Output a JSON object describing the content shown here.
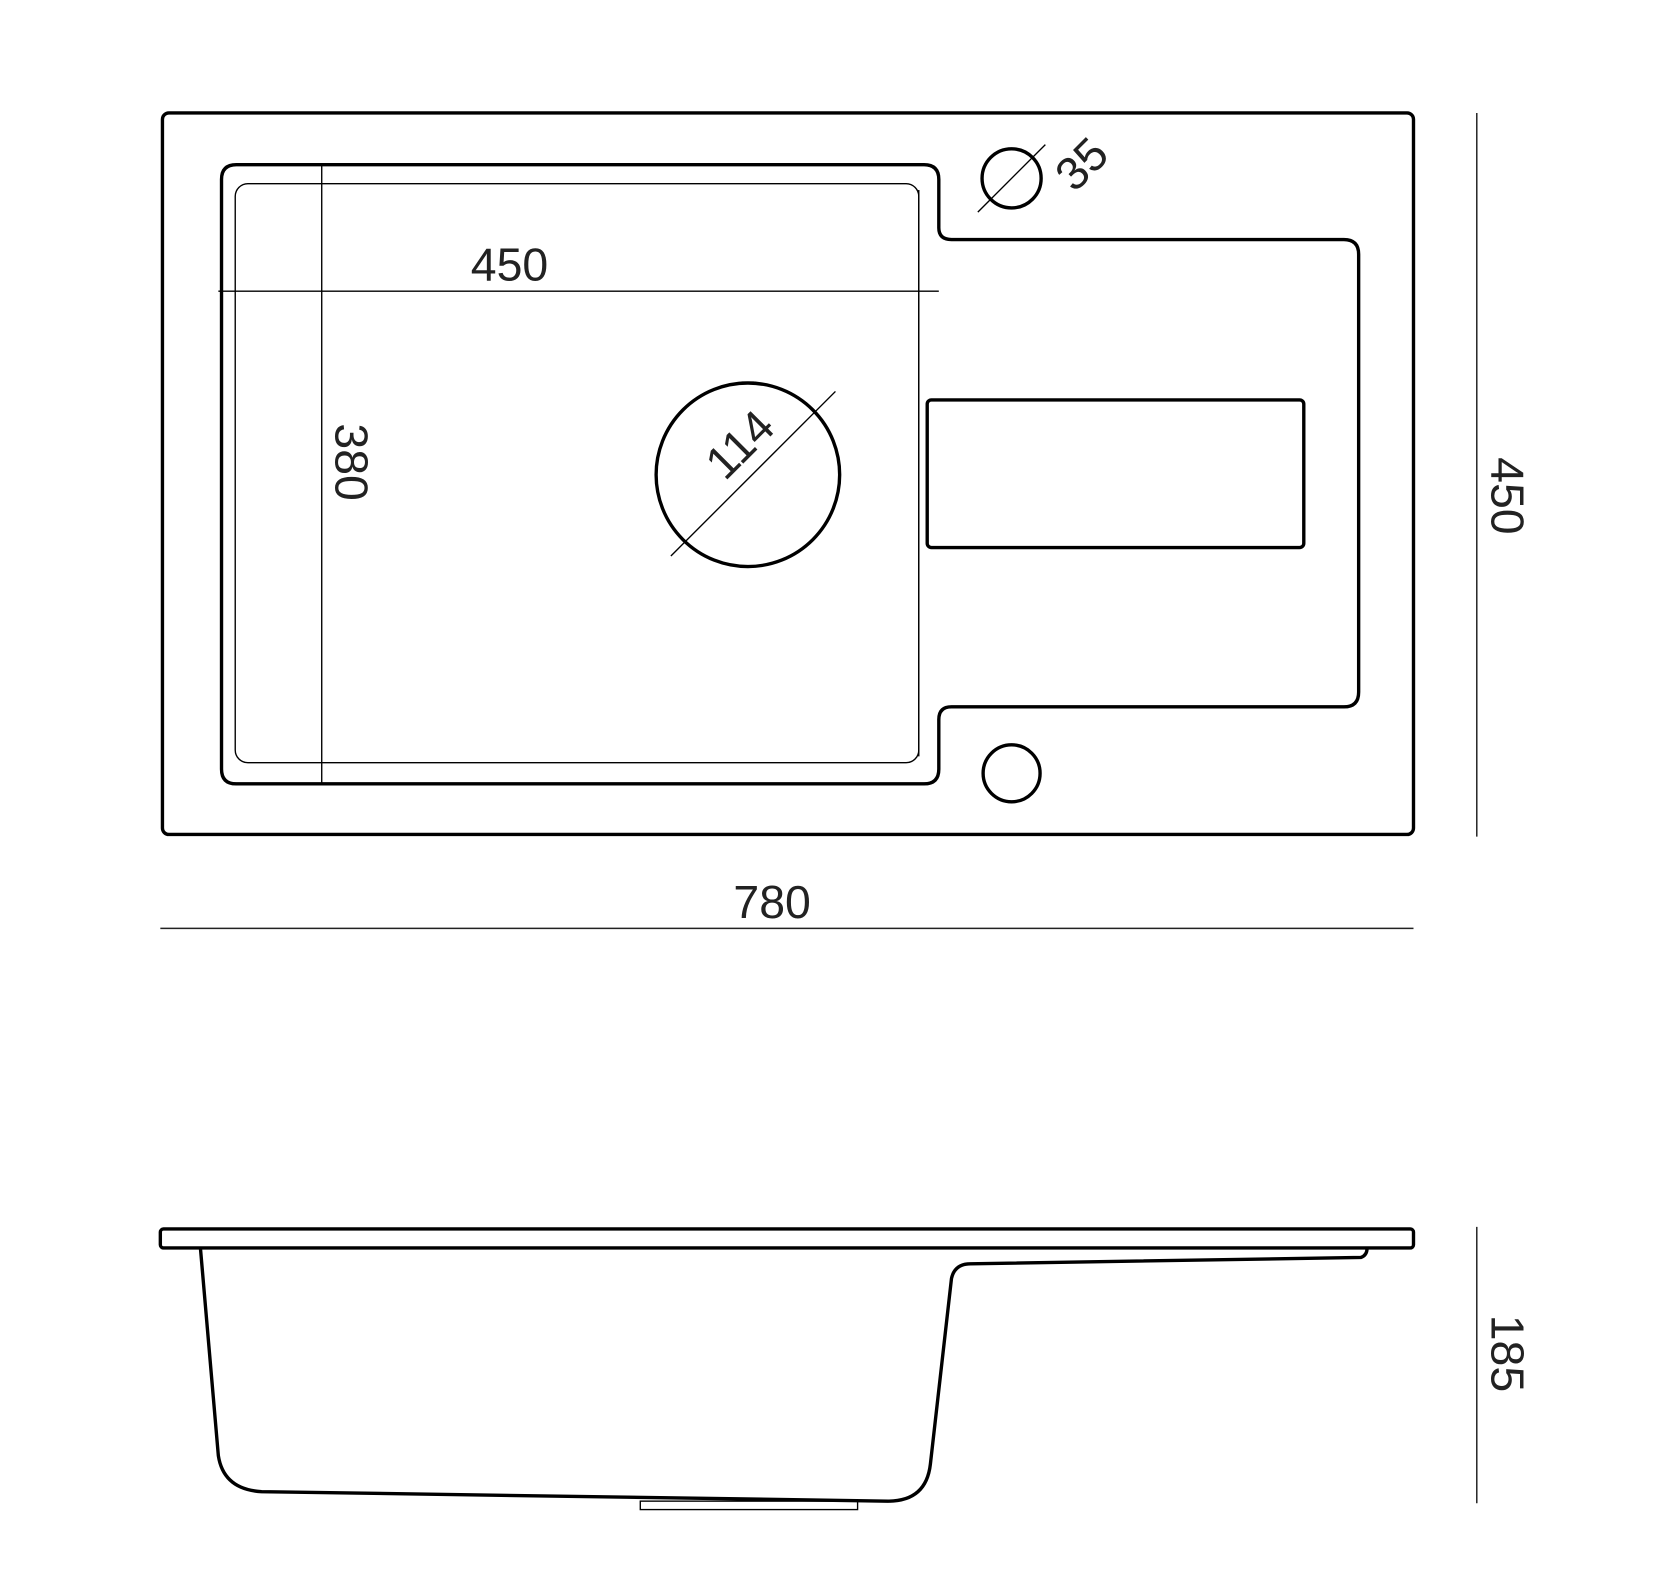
{
  "drawing": {
    "top_view": {
      "overall_width": "780",
      "overall_depth": "450",
      "bowl_width": "450",
      "bowl_depth": "380",
      "drain_diameter": "114",
      "tap_hole_diameter": "35"
    },
    "side_view": {
      "height": "185"
    },
    "colors": {
      "line": "#000000",
      "background": "#ffffff"
    }
  }
}
